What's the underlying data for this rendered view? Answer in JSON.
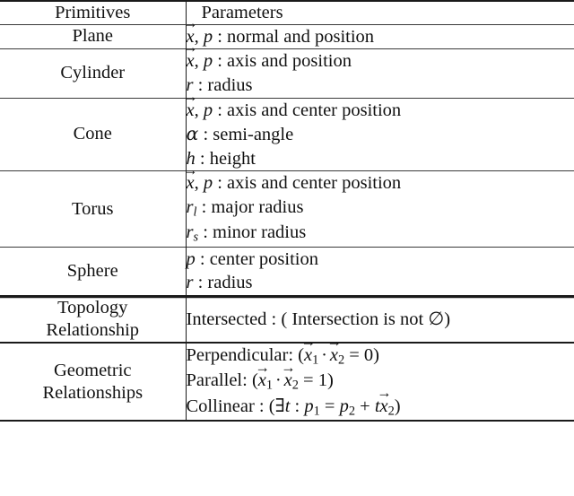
{
  "table": {
    "name": "geometric-primitives-parameters-table",
    "header": {
      "col1": "Primitives",
      "col2": "Parameters"
    },
    "sections": [
      {
        "id": "primitives",
        "rows": [
          {
            "name": "Plane",
            "params": [
              {
                "sym": "x_vec_p",
                "text": ": normal and position"
              }
            ]
          },
          {
            "name": "Cylinder",
            "params": [
              {
                "sym": "x_vec_p",
                "text": ": axis and position"
              },
              {
                "sym": "r",
                "text": ": radius"
              }
            ]
          },
          {
            "name": "Cone",
            "params": [
              {
                "sym": "x_vec_p",
                "text": ": axis and center position"
              },
              {
                "sym": "alpha",
                "text": ": semi-angle"
              },
              {
                "sym": "h",
                "text": ": height"
              }
            ]
          },
          {
            "name": "Torus",
            "params": [
              {
                "sym": "x_vec_p",
                "text": ": axis and center position"
              },
              {
                "sym": "r_l",
                "text": ": major radius"
              },
              {
                "sym": "r_s",
                "text": ": minor radius"
              }
            ]
          },
          {
            "name": "Sphere",
            "params": [
              {
                "sym": "p",
                "text": ": center position"
              },
              {
                "sym": "r",
                "text": ": radius"
              }
            ]
          }
        ]
      },
      {
        "id": "relationships",
        "rows": [
          {
            "name_line1": "Topology",
            "name_line2": "Relationship",
            "params": [
              {
                "label": "Intersected : ( Intersection is not",
                "symbol": "∅",
                "close": ")"
              }
            ]
          },
          {
            "name_line1": "Geometric",
            "name_line2": "Relationships",
            "params": [
              {
                "label": "Perpendicular:",
                "formula": "(x1_vec . x2_vec = 0)"
              },
              {
                "label": "Parallel:",
                "formula": "(x1_vec . x2_vec = 1)"
              },
              {
                "label": "Collinear :",
                "formula": "(exists t : p1 = p2 + t x2_vec)"
              }
            ]
          }
        ]
      }
    ],
    "symbols": {
      "x": "x",
      "p": "p",
      "r": "r",
      "h": "h",
      "t": "t",
      "alpha": "α",
      "arrow": "→",
      "comma": ",",
      "colon": ":",
      "emptyset": "∅",
      "exists": "∃",
      "cdot": "·",
      "equals": "=",
      "plus": "+",
      "lparen": "(",
      "rparen": ")",
      "sub_l": "l",
      "sub_s": "s",
      "sub_1": "1",
      "sub_2": "2",
      "zero": "0",
      "one": "1"
    },
    "text": {
      "plane_params": ": normal and position",
      "cylinder_axis": ": axis and position",
      "cylinder_radius": ": radius",
      "cone_axis": ": axis and center position",
      "cone_semiangle": ": semi-angle",
      "cone_height": ": height",
      "torus_axis": ": axis and center position",
      "torus_major": ": major radius",
      "torus_minor": ": minor radius",
      "sphere_center": ": center position",
      "sphere_radius": ": radius",
      "intersected_pre": "Intersected : ( Intersection is not",
      "perpendicular_label": "Perpendicular:",
      "parallel_label": "Parallel:",
      "collinear_label": "Collinear :"
    },
    "colors": {
      "rule": "#1a1a1a",
      "thin_rule": "#3a3a3a",
      "text": "#111111",
      "background": "#ffffff"
    }
  }
}
